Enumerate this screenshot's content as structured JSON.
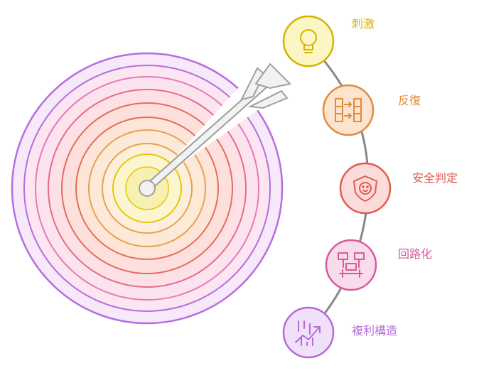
{
  "items": [
    {
      "label": "刺激",
      "color": "#d4b400",
      "fill": "#fbf6c4",
      "icon": "lightbulb-icon"
    },
    {
      "label": "反復",
      "color": "#e08a3c",
      "fill": "#fde4cf",
      "icon": "repeat-grid-icon"
    },
    {
      "label": "安全判定",
      "color": "#e45a4f",
      "fill": "#fcdcda",
      "icon": "shield-icon"
    },
    {
      "label": "回路化",
      "color": "#d95a9c",
      "fill": "#f9dcec",
      "icon": "network-icon"
    },
    {
      "label": "複利構造",
      "color": "#b36ad8",
      "fill": "#f1e0fa",
      "icon": "growth-chart-icon"
    }
  ],
  "target_colors": [
    "#e5c800",
    "#e8a04f",
    "#e56b5d",
    "#e66a8f",
    "#e67bb3",
    "#b56de0"
  ],
  "arrow_color": "#a8a8a8"
}
